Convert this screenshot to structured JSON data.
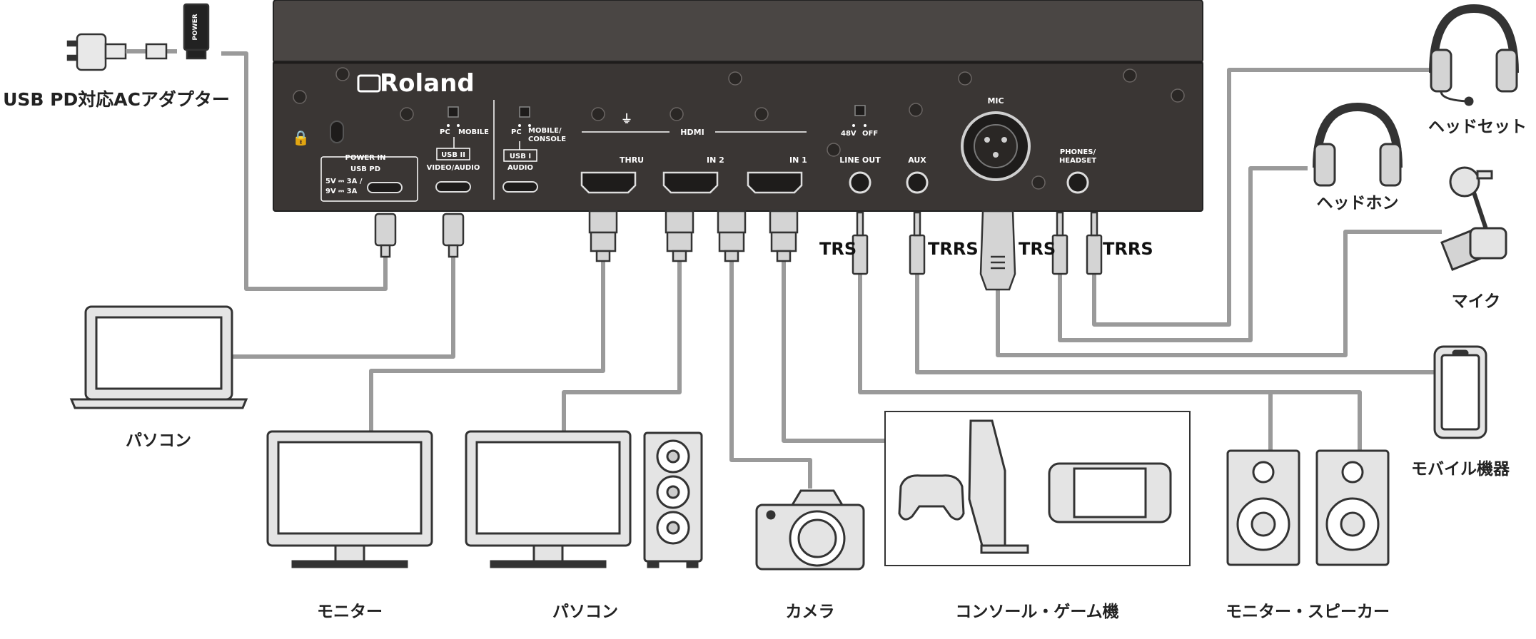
{
  "device": {
    "brand": "Roland",
    "panel": {
      "power_in": "POWER IN",
      "usb_pd": "USB PD",
      "power_spec_1": "5V ⎓ 3A /",
      "power_spec_2": "9V ⎓ 3A",
      "pc_1": "PC",
      "mobile_1": "MOBILE",
      "usb2": "USB II",
      "video_audio": "VIDEO/AUDIO",
      "pc_2": "PC",
      "mobile_console": "MOBILE/",
      "console": "CONSOLE",
      "usb1": "USB I",
      "audio": "AUDIO",
      "hdmi": "HDMI",
      "thru": "THRU",
      "in2": "IN 2",
      "in1": "IN 1",
      "v48": "48V",
      "off": "OFF",
      "line_out": "LINE OUT",
      "aux": "AUX",
      "mic": "MIC",
      "phones": "PHONES/",
      "headset": "HEADSET"
    }
  },
  "connector_labels": {
    "trs_1": "TRS",
    "trrs_1": "TRRS",
    "trs_2": "TRS",
    "trrs_2": "TRRS"
  },
  "adapter": {
    "stick_label": "POWER",
    "label": "USB PD対応ACアダプター"
  },
  "devices": {
    "laptop": "パソコン",
    "monitor": "モニター",
    "pc": "パソコン",
    "camera": "カメラ",
    "console": "コンソール・ゲーム機",
    "speakers": "モニター・スピーカー",
    "headset": "ヘッドセット",
    "headphones": "ヘッドホン",
    "microphone": "マイク",
    "mobile": "モバイル機器"
  },
  "colors": {
    "panel": "#3a3634",
    "cable": "#9a9a9a",
    "connector_fill": "#d4d4d4",
    "outline": "#333333"
  }
}
